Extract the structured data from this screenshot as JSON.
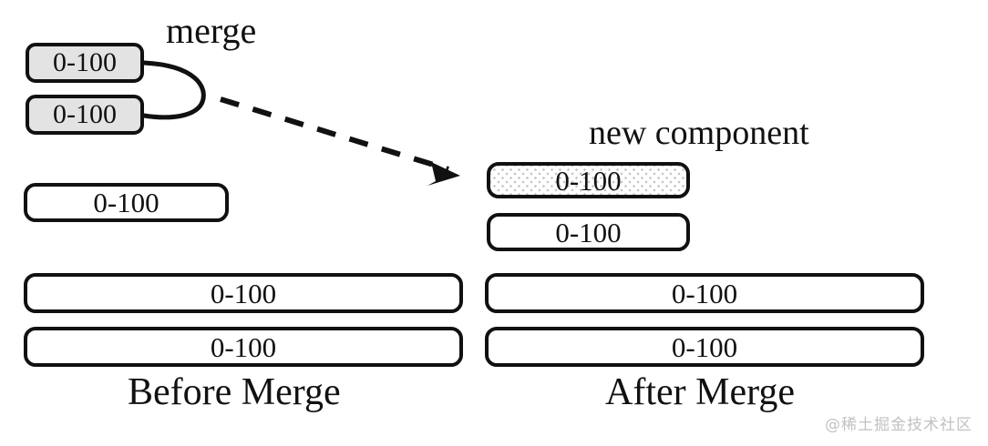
{
  "diagram": {
    "title_left": "Before Merge",
    "title_right": "After Merge",
    "merge_label": "merge",
    "new_component_label": "new component",
    "range_value": "0-100",
    "watermark": "@稀土掘金技术社区",
    "colors": {
      "stroke": "#111111",
      "gray_fill": "#e3e3e3",
      "dot_fill": "#c9c9c9",
      "background": "#ffffff",
      "watermark": "#c2c2c2"
    },
    "left_column": {
      "caption": "Before Merge",
      "boxes": [
        {
          "id": "left-top-1",
          "label": "0-100",
          "style": "gray",
          "size": "small"
        },
        {
          "id": "left-top-2",
          "label": "0-100",
          "style": "gray",
          "size": "small"
        },
        {
          "id": "left-mid",
          "label": "0-100",
          "style": "plain",
          "size": "medium"
        },
        {
          "id": "left-wide-1",
          "label": "0-100",
          "style": "plain",
          "size": "wide"
        },
        {
          "id": "left-wide-2",
          "label": "0-100",
          "style": "plain",
          "size": "wide"
        }
      ]
    },
    "right_column": {
      "caption": "After Merge",
      "boxes": [
        {
          "id": "right-new",
          "label": "0-100",
          "style": "dotted",
          "size": "medium"
        },
        {
          "id": "right-mid",
          "label": "0-100",
          "style": "plain",
          "size": "medium"
        },
        {
          "id": "right-wide-1",
          "label": "0-100",
          "style": "plain",
          "size": "wide"
        },
        {
          "id": "right-wide-2",
          "label": "0-100",
          "style": "plain",
          "size": "wide"
        }
      ]
    },
    "connectors": {
      "merge_bracket": "c-shaped-brace-joining-two-top-left-boxes",
      "transition_arrow": "dashed-arrow-left-to-right"
    }
  }
}
